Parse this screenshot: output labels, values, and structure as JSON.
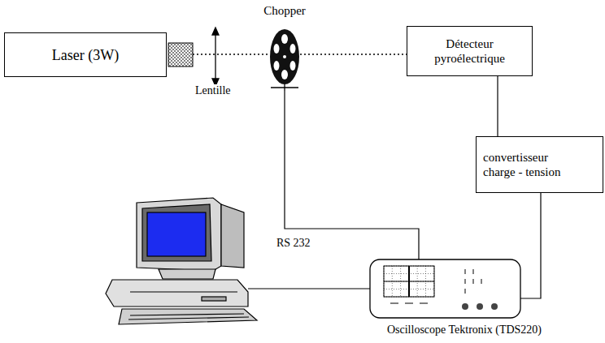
{
  "diagram": {
    "nodes": [
      {
        "text": [
          "Laser (3W)"
        ]
      },
      {
        "text": [
          "Chopper"
        ]
      },
      {
        "text": [
          "Détecteur pyroélectrique"
        ]
      },
      {
        "text": [
          "convertisseur charge - tension"
        ]
      },
      {
        "text": [
          "Oscilloscope Tektronix (TDS220)"
        ]
      }
    ],
    "edges": [
      {
        "from": 0,
        "to": 1,
        "arrow": "none"
      },
      {
        "from": 1,
        "to": 2,
        "arrow": "none"
      },
      {
        "from": 2,
        "to": 3,
        "arrow": "none"
      },
      {
        "from": 3,
        "to": 4,
        "arrow": "none"
      },
      {
        "from": 1,
        "to": 4,
        "arrow": "none"
      }
    ],
    "labels": [
      "Lentille",
      "RS 232"
    ]
  }
}
